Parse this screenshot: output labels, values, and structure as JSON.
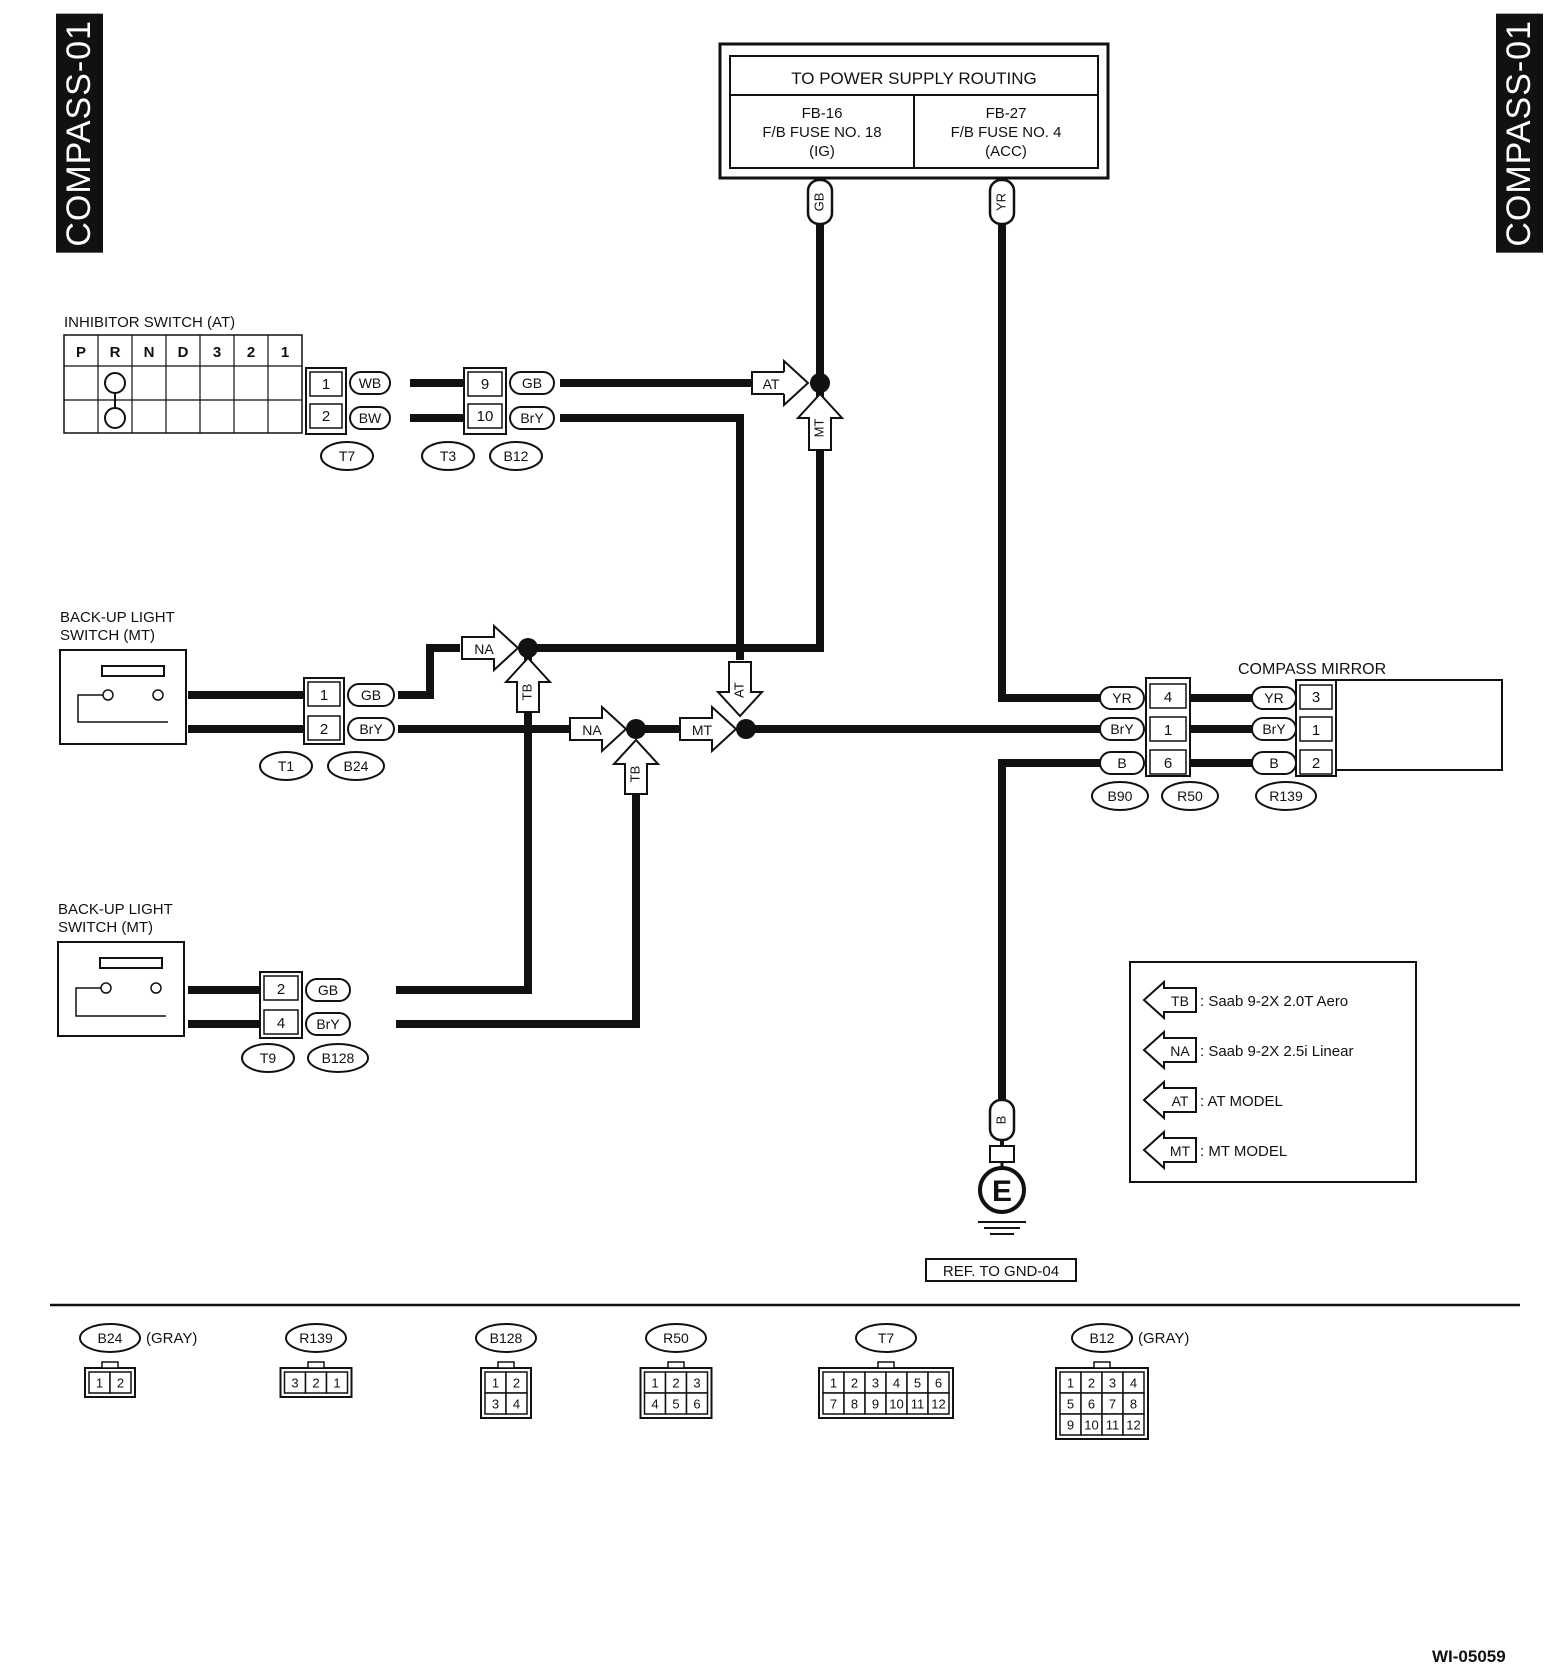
{
  "page": {
    "tag_left": "COMPASS-01",
    "tag_right": "COMPASS-01",
    "footer_id": "WI-05059"
  },
  "power": {
    "title": "TO POWER SUPPLY ROUTING",
    "left_line1": "FB-16",
    "left_line2": "F/B FUSE NO. 18",
    "left_line3": "(IG)",
    "right_line1": "FB-27",
    "right_line2": "F/B FUSE NO. 4",
    "right_line3": "(ACC)",
    "wire_left": "GB",
    "wire_right": "YR"
  },
  "inhibitor": {
    "title": "INHIBITOR SWITCH (AT)",
    "positions": [
      "P",
      "R",
      "N",
      "D",
      "3",
      "2",
      "1"
    ],
    "conn1_pins": [
      "1",
      "2"
    ],
    "conn1_wires": [
      "WB",
      "BW"
    ],
    "conn2_pins": [
      "9",
      "10"
    ],
    "conn2_wires": [
      "GB",
      "BrY"
    ],
    "tags": [
      "T7",
      "T3",
      "B12"
    ]
  },
  "backup1": {
    "title_line1": "BACK-UP LIGHT",
    "title_line2": "SWITCH (MT)",
    "pins": [
      "1",
      "2"
    ],
    "wires": [
      "GB",
      "BrY"
    ],
    "tags": [
      "T1",
      "B24"
    ]
  },
  "backup2": {
    "title_line1": "BACK-UP LIGHT",
    "title_line2": "SWITCH (MT)",
    "pins": [
      "2",
      "4"
    ],
    "wires": [
      "GB",
      "BrY"
    ],
    "tags": [
      "T9",
      "B128"
    ]
  },
  "junctions": {
    "at": "AT",
    "mt": "MT",
    "na": "NA",
    "tb": "TB"
  },
  "mirror": {
    "title": "COMPASS MIRROR",
    "in_wires": [
      "YR",
      "BrY",
      "B"
    ],
    "mid_pins": [
      "4",
      "1",
      "6"
    ],
    "out_wires": [
      "YR",
      "BrY",
      "B"
    ],
    "end_pins": [
      "3",
      "1",
      "2"
    ],
    "tags": [
      "B90",
      "R50",
      "R139"
    ]
  },
  "ground": {
    "wire": "B",
    "symbol": "E",
    "ref": "REF. TO GND-04"
  },
  "legend": [
    {
      "code": "TB",
      "text": ": Saab 9-2X 2.0T Aero"
    },
    {
      "code": "NA",
      "text": ": Saab 9-2X 2.5i Linear"
    },
    {
      "code": "AT",
      "text": ": AT MODEL"
    },
    {
      "code": "MT",
      "text": ": MT MODEL"
    }
  ],
  "connectors": [
    {
      "id": "B24",
      "note": "(GRAY)",
      "rows": [
        [
          "1",
          "2"
        ]
      ]
    },
    {
      "id": "R139",
      "note": "",
      "rows": [
        [
          "3",
          "2",
          "1"
        ]
      ]
    },
    {
      "id": "B128",
      "note": "",
      "rows": [
        [
          "1",
          "2"
        ],
        [
          "3",
          "4"
        ]
      ]
    },
    {
      "id": "R50",
      "note": "",
      "rows": [
        [
          "1",
          "2",
          "3"
        ],
        [
          "4",
          "5",
          "6"
        ]
      ]
    },
    {
      "id": "T7",
      "note": "",
      "rows": [
        [
          "1",
          "2",
          "3",
          "4",
          "5",
          "6"
        ],
        [
          "7",
          "8",
          "9",
          "10",
          "11",
          "12"
        ]
      ]
    },
    {
      "id": "B12",
      "note": "(GRAY)",
      "rows": [
        [
          "1",
          "2",
          "3",
          "4"
        ],
        [
          "5",
          "6",
          "7",
          "8"
        ],
        [
          "9",
          "10",
          "11",
          "12"
        ]
      ]
    }
  ]
}
